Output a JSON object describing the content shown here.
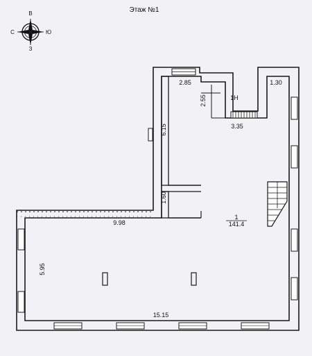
{
  "page": {
    "title": "Этаж №1"
  },
  "compass": {
    "north": "В",
    "south": "З",
    "west": "С",
    "east": "Ю"
  },
  "rooms": [
    {
      "number": "1",
      "area": "141.4"
    },
    {
      "number": "1Н",
      "color": "#b01030"
    }
  ],
  "dimensions": {
    "top_left_width": "2.85",
    "stair_height": "2.55",
    "stair_width": "3.35",
    "top_right_width": "1.30",
    "corridor_height": "6.15",
    "small_height": "1.60",
    "hall_width": "9.98",
    "left_height": "5.95",
    "bottom_width": "15.15"
  },
  "colors": {
    "wall": "#1a1a1a",
    "background": "#f2f2f6",
    "accent": "#b01030"
  }
}
